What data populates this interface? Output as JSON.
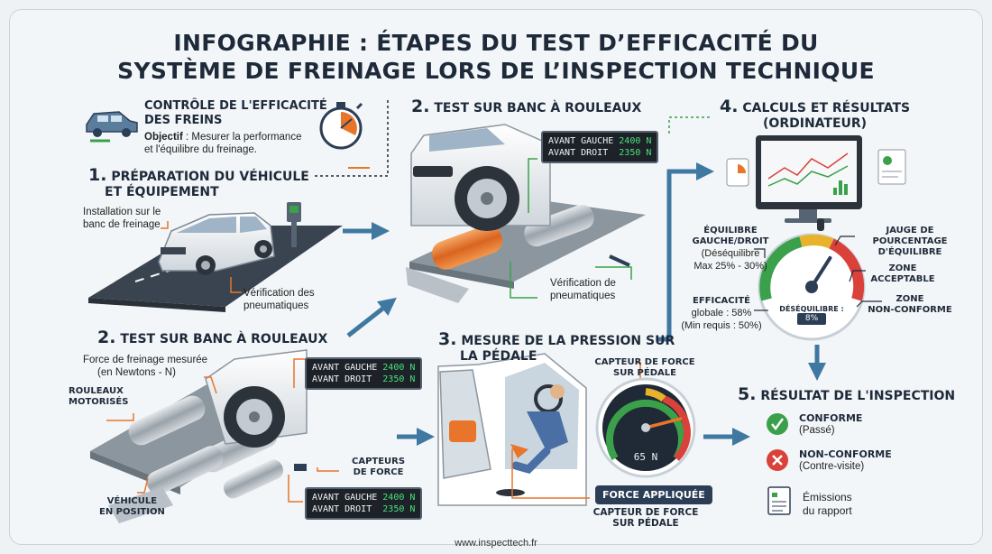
{
  "title": {
    "line1": "Infographie : Étapes du test d’efficacité du",
    "line2": "système de freinage lors de l’inspection technique"
  },
  "intro": {
    "heading_line1": "Contrôle de l'efficacité",
    "heading_line2": "des freins",
    "objective_label": "Objectif",
    "objective_text_line1": " : Mesurer la performance",
    "objective_text_line2": "et l'équilibre du freinage."
  },
  "step1": {
    "number": "1.",
    "title_line1": "Préparation du véhicule",
    "title_line2": "et équipement",
    "label_install_line1": "Installation sur le",
    "label_install_line2": "banc de freinage",
    "label_tires_line1": "Vérification des",
    "label_tires_line2": "pneumatiques"
  },
  "step2_top": {
    "number": "2.",
    "title": "Test sur banc à rouleaux",
    "lcd_left_label": "AVANT GAUCHE",
    "lcd_left_value": "2400 N",
    "lcd_right_label": "AVANT DROIT",
    "lcd_right_value": "2350 N",
    "label_tires_line1": "Vérification de",
    "label_tires_line2": "pneumatiques"
  },
  "step2_bottom": {
    "number": "2.",
    "title": "Test sur banc à rouleaux",
    "label_force_line1": "Force de freinage mesurée",
    "label_force_line2": "(en Newtons - N)",
    "label_rollers_line1": "Rouleaux",
    "label_rollers_line2": "motorisés",
    "label_vehicle_line1": "Véhicule",
    "label_vehicle_line2": "en position",
    "label_sensors_line1": "Capteurs",
    "label_sensors_line2": "de force",
    "lcd1_left_label": "AVANT GAUCHE",
    "lcd1_left_value": "2400 N",
    "lcd1_right_label": "AVANT DROIT",
    "lcd1_right_value": "2350 N",
    "lcd2_left_label": "AVANT GAUCHE",
    "lcd2_left_value": "2400 N",
    "lcd2_right_label": "AVANT DROIT",
    "lcd2_right_value": "2350 N"
  },
  "step3": {
    "number": "3.",
    "title_line1": "Mesure de la pression sur",
    "title_line2": "la pédale",
    "label_sensor_top_line1": "Capteur de force",
    "label_sensor_top_line2": "sur pédale",
    "gauge_value": "65 N",
    "gauge_fraction": 0.78,
    "badge": "Force appliquée",
    "label_sensor_bottom_line1": "Capteur de force",
    "label_sensor_bottom_line2": "sur pédale"
  },
  "step4": {
    "number": "4.",
    "title_line1": "Calculs et résultats",
    "title_line2": "(ordinateur)",
    "balance_title_line1": "Équilibre",
    "balance_title_line2": "gauche/droit",
    "balance_desc_line1": "(Déséquilibre",
    "balance_desc_line2": "Max 25% - 30%)",
    "jauge_line1": "Jauge de",
    "jauge_line2": "pourcentage",
    "jauge_line3": "d'équilibre",
    "zone_ok_line1": "Zone",
    "zone_ok_line2": "acceptable",
    "zone_nok_line1": "Zone",
    "zone_nok_line2": "non-conforme",
    "efficacy_line1": "Efficacité",
    "efficacy_line2": "globale : 58%",
    "efficacy_line3": "(Min requis : 50%)",
    "gauge_label": "Déséquilibre :",
    "gauge_value": "8%",
    "gauge_fraction": 0.62
  },
  "step5": {
    "number": "5.",
    "title": "Résultat de l'inspection",
    "pass_label": "Conforme",
    "pass_sub": "(Passé)",
    "fail_label": "Non-conforme",
    "fail_sub": "(Contre-visite)",
    "report_line1": "Émissions",
    "report_line2": "du rapport"
  },
  "footer": "www.inspecttech.fr",
  "colors": {
    "arrow": "#3f78a0",
    "orange": "#e8752a",
    "green": "#3aa04a",
    "red": "#d9413a",
    "navy": "#2c3e56"
  }
}
